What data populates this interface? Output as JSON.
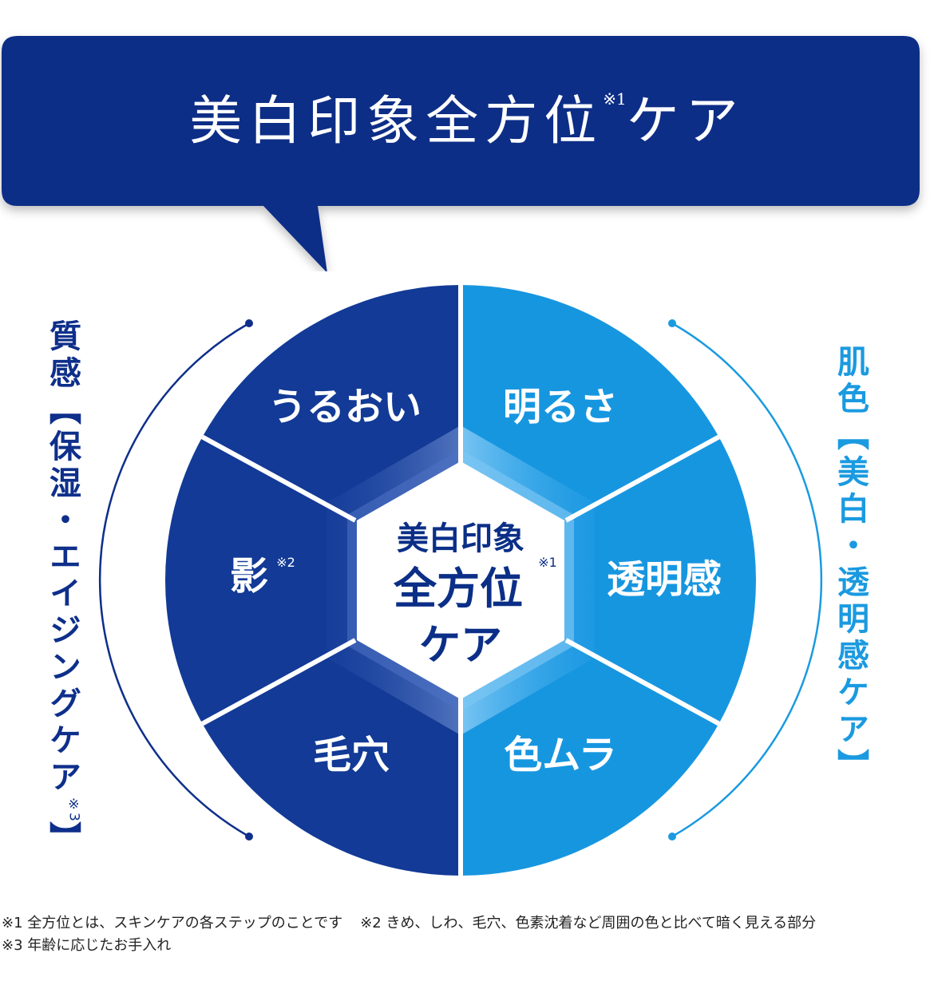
{
  "banner": {
    "title": "美白印象全方位",
    "title_mark": "※1",
    "title_suffix": "ケア"
  },
  "left_label": {
    "text": "質感【保湿・エイジングケア",
    "mark": "※3",
    "close": "】"
  },
  "right_label": {
    "text": "肌色【美白・透明感ケア】"
  },
  "segments": [
    {
      "label": "うるおい",
      "mark": "",
      "side": "left"
    },
    {
      "label": "影",
      "mark": "※2",
      "side": "left"
    },
    {
      "label": "毛穴",
      "mark": "",
      "side": "left"
    },
    {
      "label": "明るさ",
      "mark": "",
      "side": "right"
    },
    {
      "label": "透明感",
      "mark": "",
      "side": "right"
    },
    {
      "label": "色ムラ",
      "mark": "",
      "side": "right"
    }
  ],
  "center": {
    "line1": "美白印象",
    "line2": "全方位",
    "line2_mark": "※1",
    "line3": "ケア"
  },
  "footnotes": {
    "note1": "※1 全方位とは、スキンケアの各ステップのことです",
    "note2": "※2 きめ、しわ、毛穴、色素沈着など周囲の色と比べて暗く見える部分",
    "note3": "※3 年齢に応じたお手入れ"
  },
  "colors": {
    "dark_navy": "#0b2f87",
    "left_blue": "#123a96",
    "right_blue": "#1796e0",
    "right_label": "#1a9ae0",
    "left_label": "#0e2f8a"
  }
}
